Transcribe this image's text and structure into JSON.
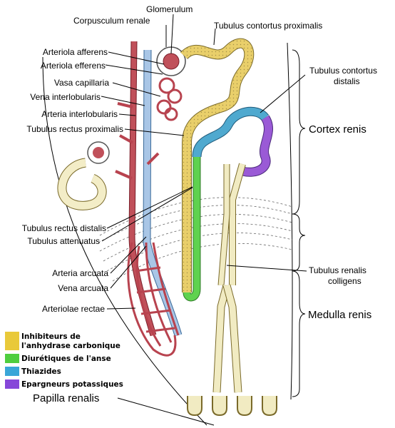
{
  "labels": {
    "glomerulum": "Glomerulum",
    "corpusculum_renale": "Corpusculum renale",
    "tubulus_contortus_proximalis": "Tubulus contortus proximalis",
    "arteriola_afferens": "Arteriola afferens",
    "arteriola_efferens": "Arteriola efferens",
    "vasa_capillaria": "Vasa capillaria",
    "vena_interlobularis": "Vena interlobularis",
    "arteria_interlobularis": "Arteria interlobularis",
    "tubulus_rectus_proximalis": "Tubulus rectus proximalis",
    "tubulus_contortus_distalis_1": "Tubulus contortus",
    "tubulus_contortus_distalis_2": "distalis",
    "cortex_renis": "Cortex renis",
    "tubulus_rectus_distalis": "Tubulus rectus distalis",
    "tubulus_attenuatus": "Tubulus attenuatus",
    "arteria_arcuata": "Arteria arcuata",
    "vena_arcuata": "Vena arcuata",
    "tubulus_renalis_colligens_1": "Tubulus renalis",
    "tubulus_renalis_colligens_2": "colligens",
    "arteriolae_rectae": "Arteriolae rectae",
    "medulla_renis": "Medulla renis",
    "papilla_renalis": "Papilla renalis"
  },
  "legend": [
    {
      "line1": "Inhibiteurs de",
      "line2": "l'anhydrase carbonique",
      "color": "#e9c93a",
      "icon": "yellow-swatch"
    },
    {
      "line1": "Diurétiques de l'anse",
      "line2": "",
      "color": "#4fce3f",
      "icon": "green-swatch"
    },
    {
      "line1": "Thiazides",
      "line2": "",
      "color": "#3aa6d8",
      "icon": "blue-swatch"
    },
    {
      "line1": "Epargneurs potassiques",
      "line2": "",
      "color": "#8647d9",
      "icon": "purple-swatch"
    }
  ],
  "colors": {
    "proximal": "#e9cf6a",
    "loop": "#5fd24f",
    "distal_blue": "#4fa9cf",
    "distal_purple": "#9a5ad6",
    "artery": "#b8434f",
    "vein": "#a9c6e6",
    "collecting": "#f1ebc2"
  }
}
